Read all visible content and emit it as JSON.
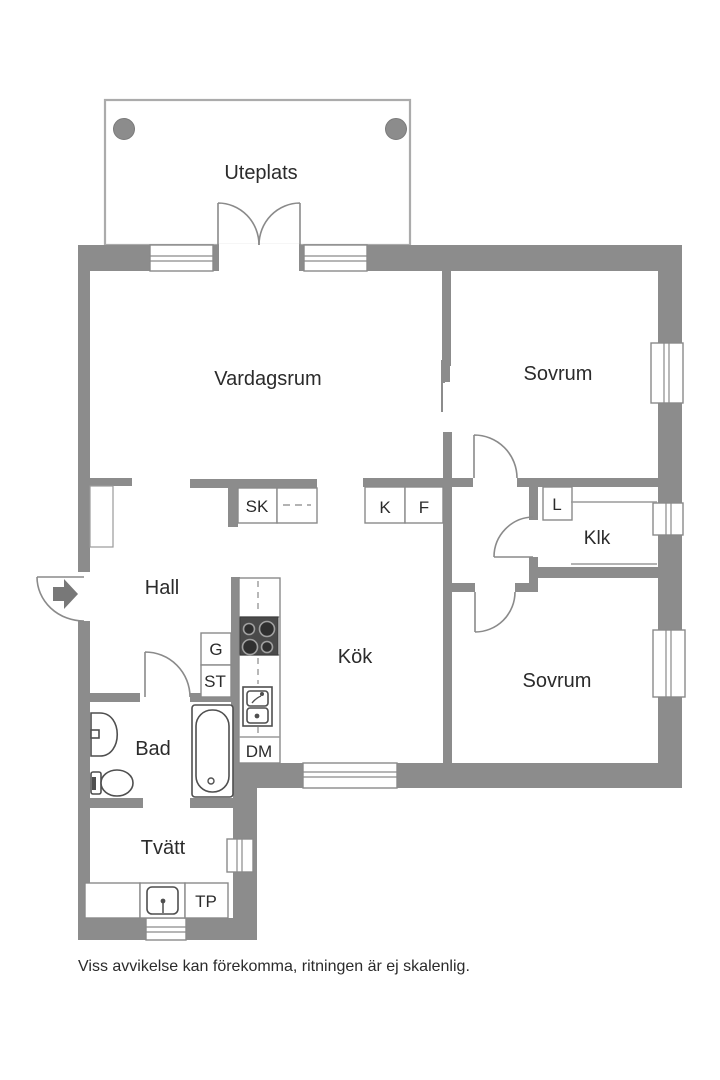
{
  "labels": {
    "uteplats": "Uteplats",
    "vardagsrum": "Vardagsrum",
    "sovrum_1": "Sovrum",
    "sovrum_2": "Sovrum",
    "hall": "Hall",
    "kok": "Kök",
    "klk": "Klk",
    "bad": "Bad",
    "tvatt": "Tvätt"
  },
  "cabinet_labels": {
    "sk": "SK",
    "k": "K",
    "f": "F",
    "l": "L",
    "g": "G",
    "st": "ST",
    "dm": "DM",
    "tp": "TP"
  },
  "footer_note": "Viss avvikelse kan förekomma, ritningen är ej skalenlig.",
  "colors": {
    "wall": "#8c8c8c",
    "line": "#8a8a8a",
    "fixture": "#4f4f4f",
    "text": "#2b2b2b",
    "patio_outline": "#ababab"
  }
}
